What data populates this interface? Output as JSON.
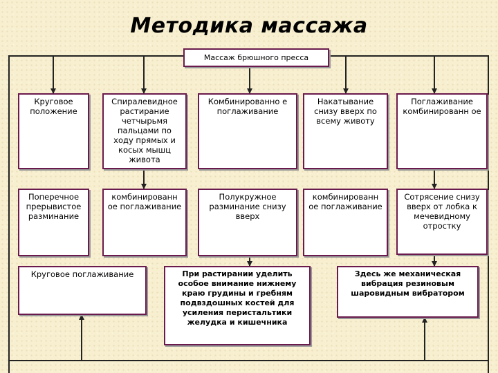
{
  "title": "Методика массажа",
  "root": "Массаж брюшного пресса",
  "row1": [
    "Круговое положение",
    "Спиралевидное растирание четчырьмя пальцами по ходу прямых и косых мышц живота",
    "Комбинированно е поглаживание",
    "Накатывание снизу вверх по всему животу",
    "Поглаживание комбинированн ое"
  ],
  "row2": [
    "Поперечное прерывистое разминание",
    "комбинированн ое поглаживание",
    "Полукружное разминание снизу вверх",
    "комбинированн ое поглаживание",
    "Сотрясение снизу вверх от лобка к мечевидному отростку"
  ],
  "row3": [
    "Круговое поглаживание",
    "При растирании уделить особое внимание нижнему краю грудины и гребням подвздошных костей для усиления перистальтики желудка и кишечника",
    "Здесь же механическая вибрация резиновым шаровидным вибратором"
  ],
  "colors": {
    "border": "#6a1a4c",
    "line": "#222222",
    "background": "#f7efcf"
  }
}
